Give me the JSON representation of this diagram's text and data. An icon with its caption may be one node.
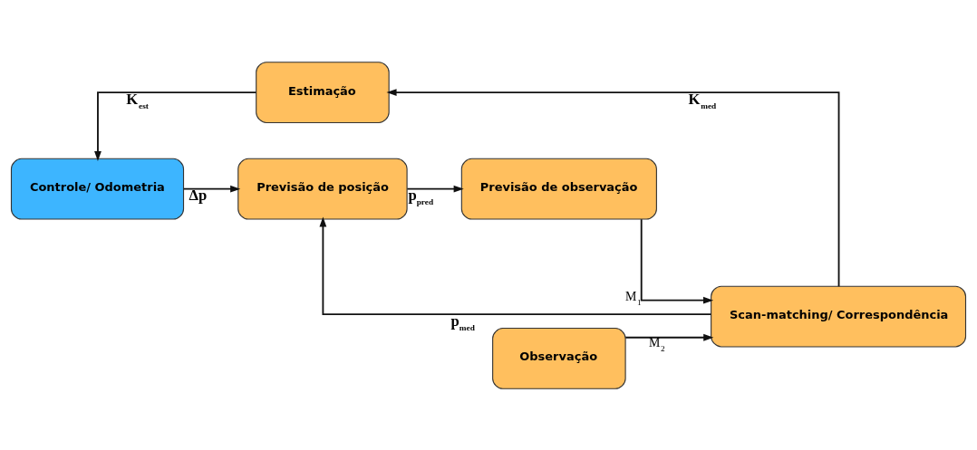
{
  "diagram": {
    "nodes": [
      {
        "text": [
          "Estimação"
        ]
      },
      {
        "text": [
          "Controle/ Odometria"
        ]
      },
      {
        "text": [
          "Previsão de posição"
        ]
      },
      {
        "text": [
          "Previsão de observação"
        ]
      },
      {
        "text": [
          "Observação"
        ]
      },
      {
        "text": [
          "Scan-matching/ Correspondência"
        ]
      }
    ],
    "edges": [
      {
        "from": 0,
        "to": 1,
        "arrow": "to",
        "label": "K$_{est}$"
      },
      {
        "from": 1,
        "to": 2,
        "arrow": "to",
        "label": "Δp"
      },
      {
        "from": 2,
        "to": 3,
        "arrow": "to",
        "label": "p$_{pred}$"
      },
      {
        "from": 3,
        "to": 5,
        "arrow": "to",
        "label": "M$_{1}$"
      },
      {
        "from": 4,
        "to": 5,
        "arrow": "to",
        "label": "M$_{2}$"
      },
      {
        "from": 5,
        "to": 0,
        "arrow": "to",
        "label": "K$_{med}$"
      },
      {
        "from": 5,
        "to": 2,
        "arrow": "to",
        "label": "p$_{med}$"
      }
    ]
  }
}
